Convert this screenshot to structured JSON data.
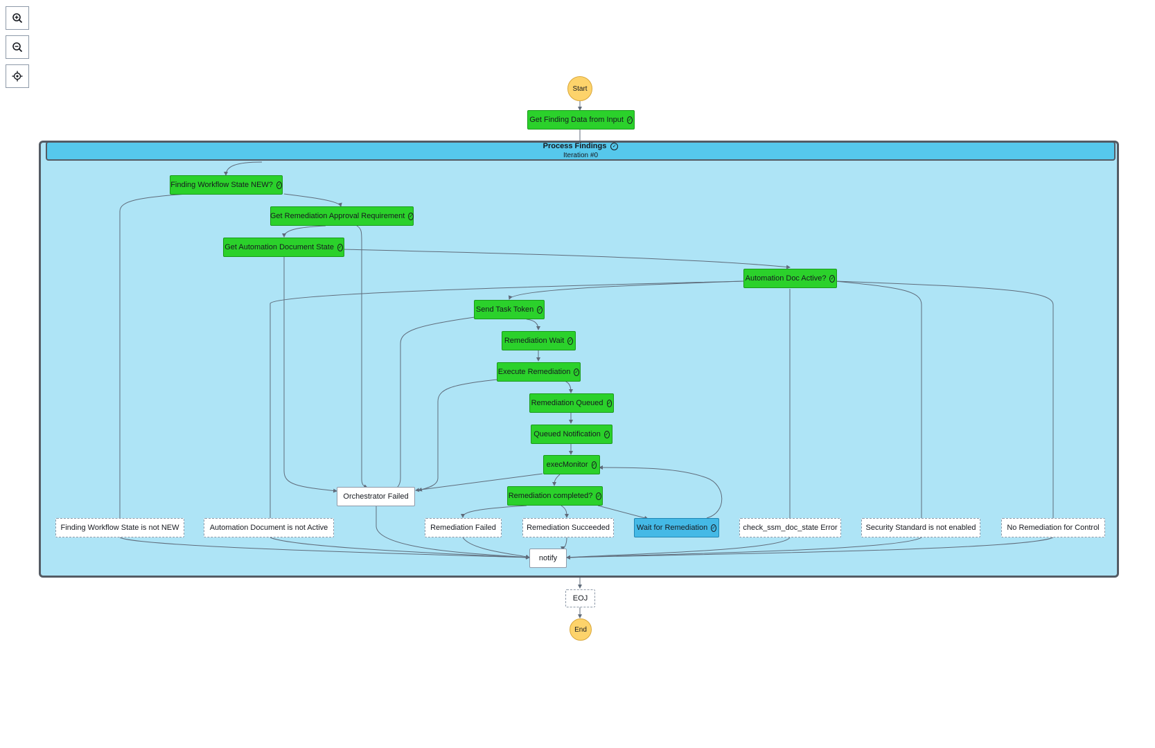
{
  "controls": {
    "zoom_in": "zoom-in-icon",
    "zoom_out": "zoom-out-icon",
    "center": "center-icon"
  },
  "colors": {
    "succeeded": "#2bd12b",
    "in_progress": "#44b9e6",
    "map_bg": "#aee4f6",
    "map_header": "#56c8ec",
    "terminal": "#fdd36b",
    "edge": "#5f6b7a"
  },
  "states": {
    "start": "Start",
    "get_finding": "Get Finding Data from Input",
    "map_title": "Process Findings",
    "map_iteration": "Iteration #0",
    "finding_new": "Finding Workflow State NEW?",
    "approval": "Get Remediation Approval Requirement",
    "auto_doc_state": "Get Automation Document State",
    "auto_doc_active": "Automation Doc Active?",
    "send_token": "Send Task Token",
    "rem_wait": "Remediation Wait",
    "exec_rem": "Execute Remediation",
    "rem_queued": "Remediation Queued",
    "queued_notif": "Queued Notification",
    "exec_monitor": "execMonitor",
    "orch_failed": "Orchestrator Failed",
    "rem_completed": "Remediation completed?",
    "not_new": "Finding Workflow State is not NEW",
    "doc_not_active": "Automation Document is not Active",
    "rem_failed": "Remediation Failed",
    "rem_succeeded": "Remediation Succeeded",
    "wait_rem": "Wait for Remediation",
    "ssm_error": "check_ssm_doc_state Error",
    "std_not_enabled": "Security Standard is not enabled",
    "no_rem": "No Remediation for Control",
    "notify": "notify",
    "eoj": "EOJ",
    "end": "End"
  }
}
